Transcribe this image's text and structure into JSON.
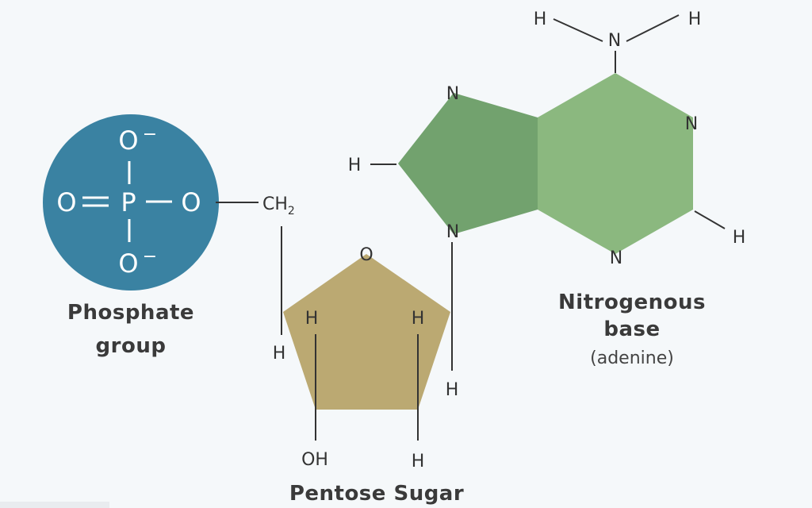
{
  "colors": {
    "background": "#f5f8fa",
    "phosphate": "#3a82a2",
    "sugar": "#bba972",
    "base_five_ring": "#72a26e",
    "base_six_ring": "#8bb87f",
    "ink": "#333333"
  },
  "phosphate": {
    "atom_o": "O",
    "atom_p": "P",
    "charge": "−",
    "label_line1": "Phosphate",
    "label_line2": "group"
  },
  "linker": {
    "ch": "CH",
    "subscript": "2"
  },
  "sugar": {
    "ring_o": "O",
    "h": "H",
    "oh": "OH",
    "label": "Pentose Sugar"
  },
  "base": {
    "n": "N",
    "h": "H",
    "label_line1": "Nitrogenous",
    "label_line2": "base",
    "label_line3": "(adenine)"
  }
}
